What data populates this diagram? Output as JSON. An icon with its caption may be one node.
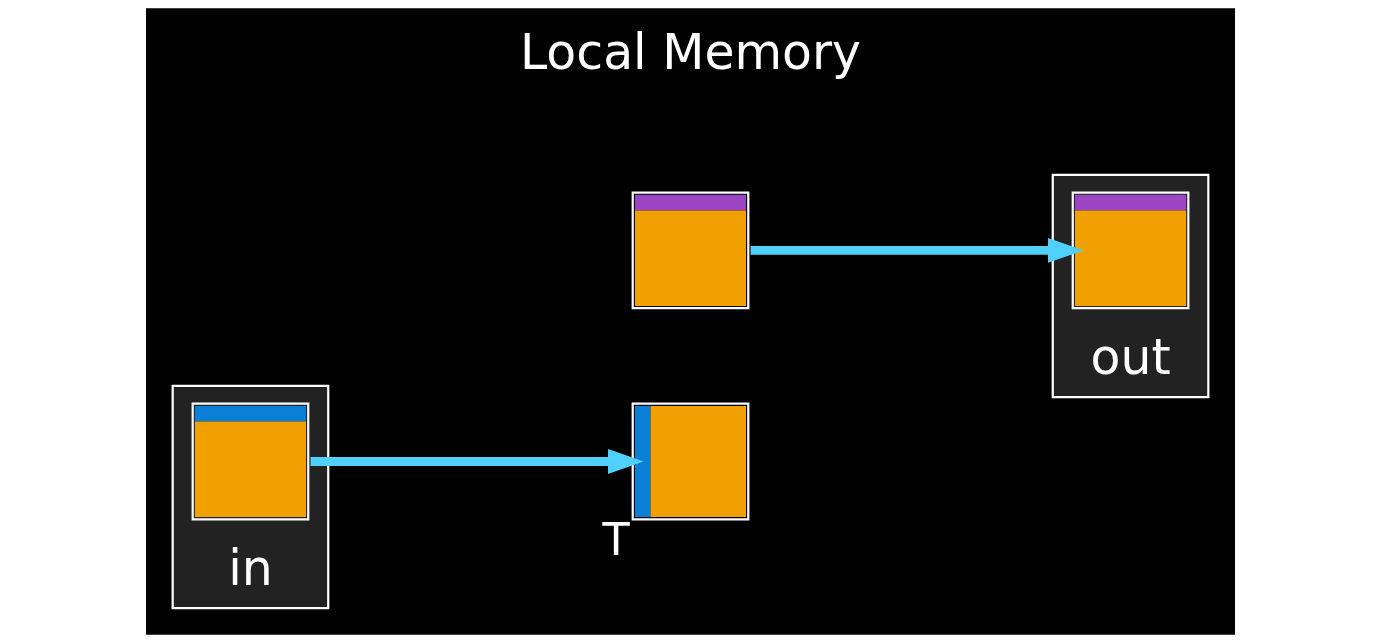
{
  "diagram": {
    "nodes": [
      {
        "text": [
          "in"
        ]
      },
      {
        "text": [],
        "shape": "box",
        "in": 0
      },
      {
        "text": [],
        "shape": "box",
        "beside": [
          "T"
        ]
      },
      {
        "text": [],
        "shape": "box"
      },
      {
        "text": [
          "out"
        ]
      },
      {
        "text": [],
        "shape": "box",
        "in": 4
      }
    ],
    "edges": [
      {
        "from": 1,
        "to": 2,
        "arrow": "to"
      },
      {
        "from": 3,
        "to": 5,
        "arrow": "to"
      }
    ],
    "labels": [
      "Local Memory"
    ]
  }
}
